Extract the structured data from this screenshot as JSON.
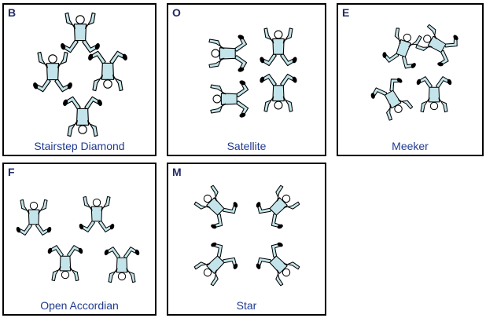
{
  "colors": {
    "border": "#000000",
    "letter": "#1f2a66",
    "caption": "#1f3a8f",
    "figure_fill": "#c3e4ea",
    "figure_stroke": "#000000",
    "shoe": "#000000"
  },
  "panels": [
    {
      "letter": "B",
      "caption": "Stairstep Diamond",
      "icon": "skydiver-figures"
    },
    {
      "letter": "O",
      "caption": "Satellite",
      "icon": "skydiver-figures"
    },
    {
      "letter": "E",
      "caption": "Meeker",
      "icon": "skydiver-figures"
    },
    {
      "letter": "F",
      "caption": "Open Accordian",
      "icon": "skydiver-figures"
    },
    {
      "letter": "M",
      "caption": "Star",
      "icon": "skydiver-figures"
    }
  ]
}
